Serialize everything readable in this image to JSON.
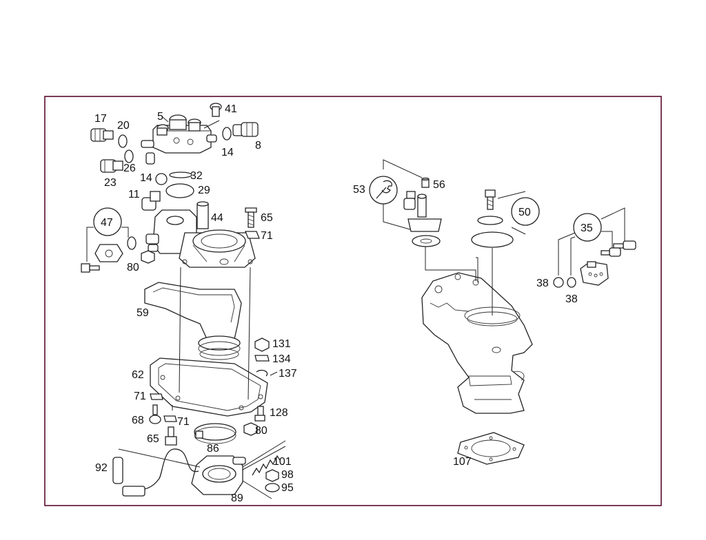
{
  "labels": {
    "l17": "17",
    "l20": "20",
    "l5": "5",
    "l41": "41",
    "l8": "8",
    "l14a": "14",
    "l23": "23",
    "l26": "26",
    "l14b": "14",
    "l32": "32",
    "l29": "29",
    "l11": "11",
    "l47": "47",
    "l44": "44",
    "l65a": "65",
    "l71a": "71",
    "l80a": "80",
    "l59": "59",
    "l131": "131",
    "l134": "134",
    "l137": "137",
    "l62": "62",
    "l71b": "71",
    "l68": "68",
    "l71c": "71",
    "l128": "128",
    "l65b": "65",
    "l80b": "80",
    "l86": "86",
    "l92": "92",
    "l101": "101",
    "l98": "98",
    "l95": "95",
    "l89": "89",
    "l53": "53",
    "l56": "56",
    "l50": "50",
    "l35": "35",
    "l38a": "38",
    "l38b": "38",
    "l107": "107"
  }
}
